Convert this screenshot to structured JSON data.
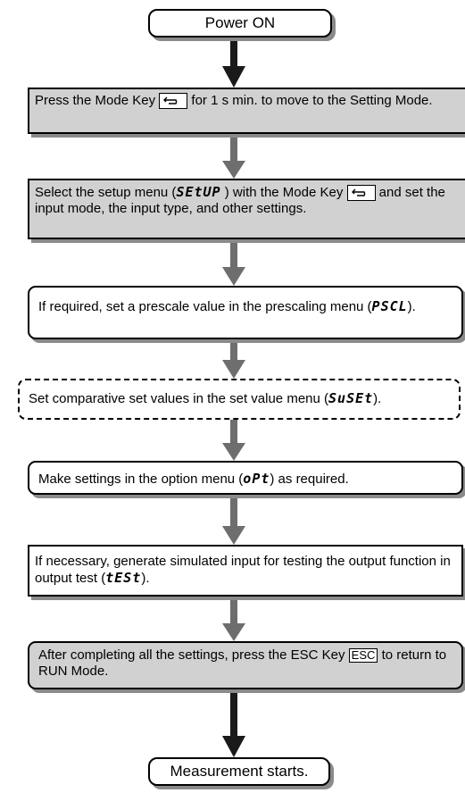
{
  "flow": {
    "start": "Power ON",
    "step1": {
      "pre": "Press the Mode Key",
      "post": "for 1 s min. to move to the Setting Mode."
    },
    "step2": {
      "pre": "Select the setup menu (",
      "code": "SEtUP",
      "mid": ") with the Mode Key",
      "post": "and set the input mode, the input type, and other settings."
    },
    "step3": {
      "pre": "If required, set a prescale value in the prescaling menu (",
      "code": "PSCL",
      "post": ")."
    },
    "step4": {
      "pre": "Set comparative set values in the set value menu (",
      "code": "SuSEt",
      "post": ")."
    },
    "step5": {
      "pre": "Make settings in the option menu (",
      "code": "oPt",
      "post": ") as required."
    },
    "step6": {
      "pre": "If necessary, generate simulated input for testing the output function in output test (",
      "code": "tESt",
      "post": ")."
    },
    "step7": {
      "pre": "After completing all the settings, press the ESC Key",
      "key": "ESC",
      "post": "to return to RUN Mode."
    },
    "end": "Measurement starts."
  },
  "colors": {
    "gray_fill": "#d1d1d1",
    "gray_arrow": "#6e6e6e",
    "black_arrow": "#1a1a1a",
    "shadow": "#8a8a8a"
  },
  "icons": {
    "mode_key": "mode-key-icon",
    "esc_key": "esc-key-icon"
  }
}
